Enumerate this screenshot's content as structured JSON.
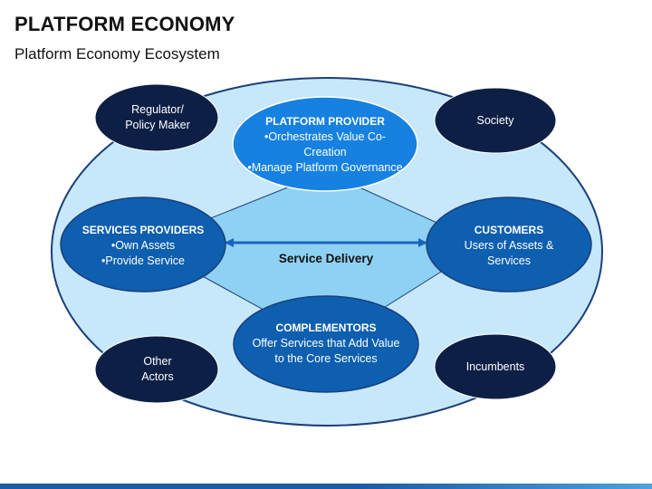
{
  "header": {
    "title": "PLATFORM ECONOMY",
    "subtitle": "Platform Economy Ecosystem"
  },
  "colors": {
    "outer_fill": "#c7e8fa",
    "outer_stroke": "#1b3f7a",
    "diamond_fill": "#8fd1f2",
    "dark_node": "#0d1f45",
    "blue_node": "#0e5fb0",
    "provider_node": "#1681e0",
    "arrow": "#1566c0"
  },
  "nodes": {
    "regulator": {
      "lines": [
        "Regulator/",
        "Policy Maker"
      ]
    },
    "society": {
      "lines": [
        "Society"
      ]
    },
    "other_actors": {
      "lines": [
        "Other",
        "Actors"
      ]
    },
    "incumbents": {
      "lines": [
        "Incumbents"
      ]
    },
    "platform_provider": {
      "heading": "PLATFORM PROVIDER",
      "lines": [
        "•Orchestrates Value Co-Creation",
        "•Manage Platform Governance"
      ]
    },
    "services_providers": {
      "heading": "SERVICES PROVIDERS",
      "lines": [
        "•Own Assets",
        "•Provide Service"
      ]
    },
    "customers": {
      "heading": "CUSTOMERS",
      "lines": [
        "Users of Assets &",
        "Services"
      ]
    },
    "complementors": {
      "heading": "COMPLEMENTORS",
      "lines": [
        "Offer Services that Add Value",
        "to the Core Services"
      ]
    }
  },
  "center": {
    "label": "Service Delivery"
  }
}
